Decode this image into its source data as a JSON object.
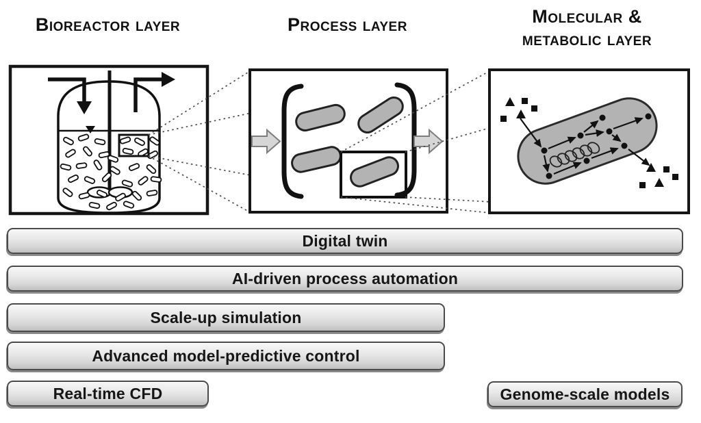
{
  "figure": {
    "panels": [
      {
        "id": "bioreactor",
        "title": "Bioreactor layer"
      },
      {
        "id": "process",
        "title": "Process layer"
      },
      {
        "id": "molecular",
        "title_line1": "Molecular &",
        "title_line2": "metabolic layer"
      }
    ],
    "bars": [
      {
        "label": "Digital twin",
        "span": "all-layers"
      },
      {
        "label": "AI-driven process automation",
        "span": "all-layers"
      },
      {
        "label": "Scale-up simulation",
        "span": "bioreactor-process"
      },
      {
        "label": "Advanced model-predictive control",
        "span": "bioreactor-process"
      },
      {
        "label": "Real-time CFD",
        "span": "bioreactor"
      },
      {
        "label": "Genome-scale models",
        "span": "molecular"
      }
    ],
    "icons": {
      "substrate_triangle": "▲",
      "substrate_square": "■",
      "liquid_level_marker": "▽"
    },
    "colors": {
      "background": "#ffffff",
      "panel_border": "#161616",
      "cell_fill": "#b3b3b3",
      "cell_border": "#222222",
      "rod_fill": "#ffffff",
      "flow_arrow_fill": "#d6d6d6",
      "flow_arrow_border": "#7d7d7d",
      "bar_fill_top": "#f7f7f7",
      "bar_fill_bottom": "#bfbfbf",
      "bar_border": "#4a4a4a",
      "dotted_line": "#4d4d4d",
      "text": "#161616"
    }
  }
}
